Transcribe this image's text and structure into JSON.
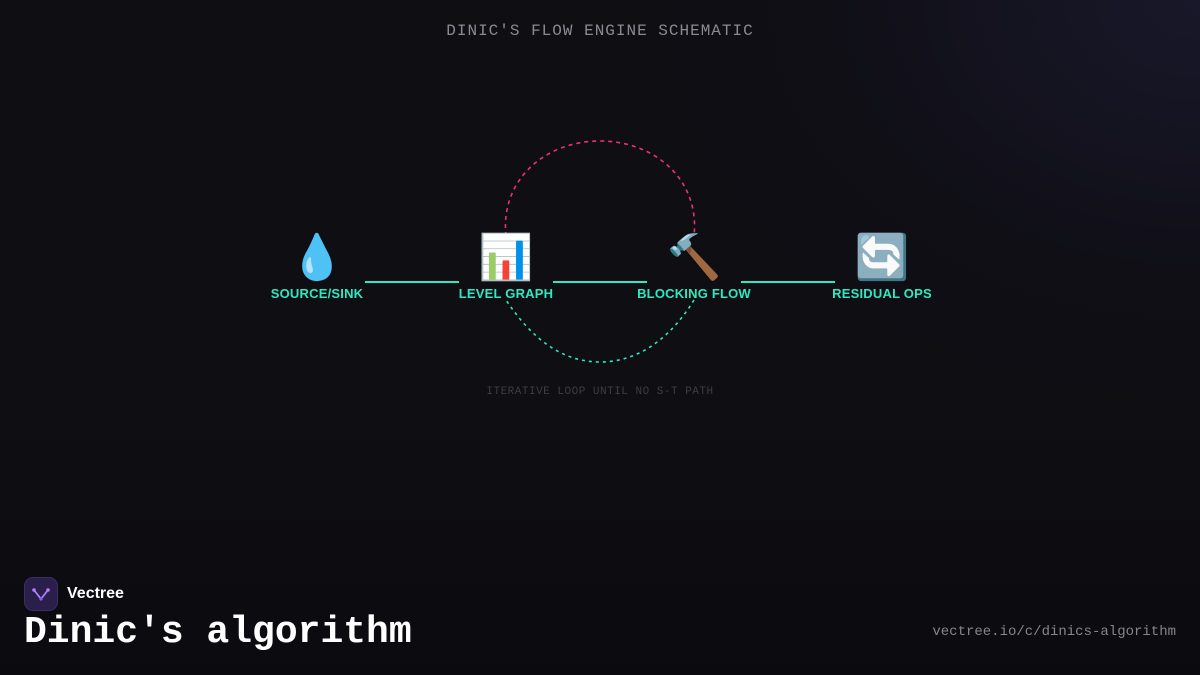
{
  "diagram": {
    "title": "DINIC'S FLOW ENGINE SCHEMATIC",
    "nodes": [
      {
        "id": "source-sink",
        "icon": "💧",
        "icon_name": "droplet-icon",
        "label": "SOURCE/SINK"
      },
      {
        "id": "level-graph",
        "icon": "📊",
        "icon_name": "bar-chart-icon",
        "label": "LEVEL GRAPH"
      },
      {
        "id": "blocking-flow",
        "icon": "🔨",
        "icon_name": "hammer-icon",
        "label": "BLOCKING FLOW"
      },
      {
        "id": "residual-ops",
        "icon": "🔄",
        "icon_name": "cycle-arrows-icon",
        "label": "RESIDUAL OPS"
      }
    ],
    "edges": [
      {
        "from": "source-sink",
        "to": "level-graph",
        "style": "solid"
      },
      {
        "from": "level-graph",
        "to": "blocking-flow",
        "style": "solid"
      },
      {
        "from": "blocking-flow",
        "to": "residual-ops",
        "style": "solid"
      },
      {
        "from": "level-graph",
        "to": "blocking-flow",
        "style": "dashed-arc-top"
      },
      {
        "from": "blocking-flow",
        "to": "level-graph",
        "style": "dotted-arc-bottom"
      }
    ],
    "loop_caption": "ITERATIVE LOOP UNTIL NO S-T PATH",
    "colors": {
      "accent": "#2ee8c4",
      "arc_top": "#e8336b",
      "arc_bottom": "#2ee8c4",
      "background": "#0f0e13"
    }
  },
  "footer": {
    "brand_name": "Vectree",
    "page_title": "Dinic's algorithm",
    "url": "vectree.io/c/dinics-algorithm"
  }
}
